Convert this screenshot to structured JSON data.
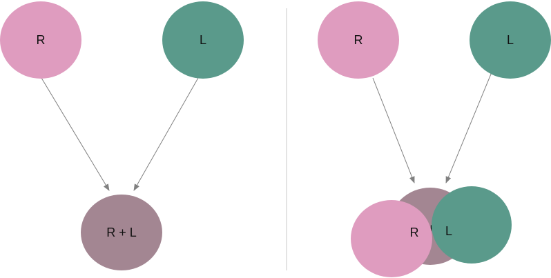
{
  "left_panel": {
    "node_r": {
      "label": "R",
      "color": "#df9cbf"
    },
    "node_l": {
      "label": "L",
      "color": "#5a9a8b"
    },
    "node_rl": {
      "label": "R + L",
      "color": "#a38692"
    }
  },
  "right_panel": {
    "node_r": {
      "label": "R",
      "color": "#df9cbf"
    },
    "node_l": {
      "label": "L",
      "color": "#5a9a8b"
    },
    "node_rl": {
      "label": "R + L",
      "color": "#a38692"
    },
    "overlay_r": {
      "label": "R",
      "color": "#df9cbf"
    },
    "overlay_l": {
      "label": "L",
      "color": "#5a9a8b"
    }
  },
  "colors": {
    "arrow": "#808080",
    "divider": "#c8c8c8"
  }
}
